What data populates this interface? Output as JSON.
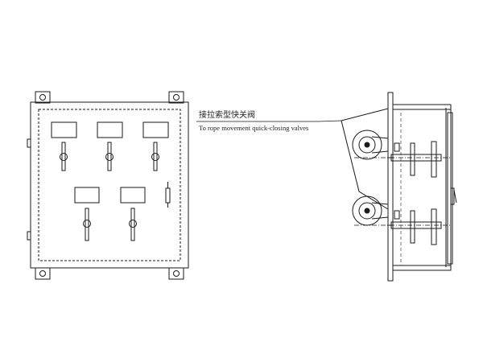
{
  "callout": {
    "label_cn": "接拉索型快关阀",
    "label_en": "To rope movement quick-closing valves"
  },
  "front_view": {
    "panel_count": 5,
    "valve_handles": 5,
    "hinges": 4
  },
  "side_view": {
    "pulleys": 2,
    "handles": 2
  }
}
